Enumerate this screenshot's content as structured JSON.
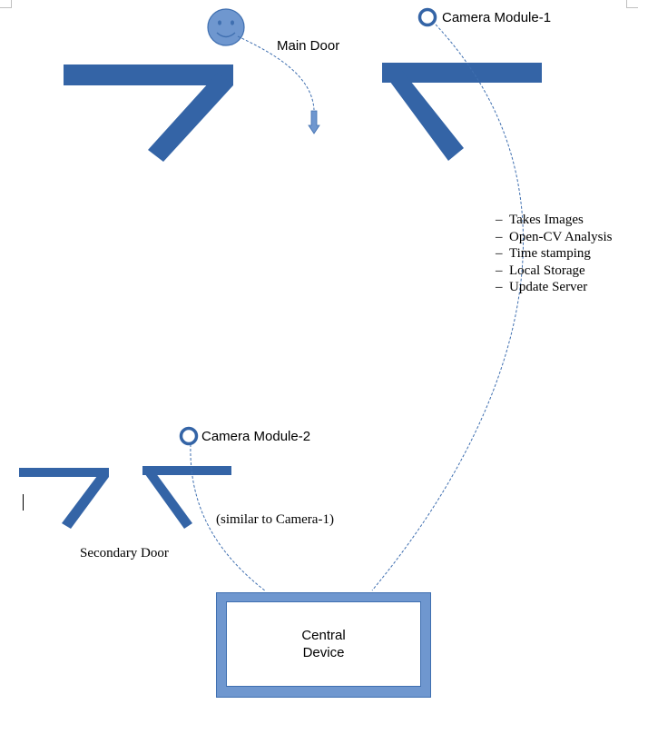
{
  "labels": {
    "main_door": "Main Door",
    "camera_module_1": "Camera Module-1",
    "camera_module_2": "Camera Module-2",
    "similar_note": "(similar to Camera-1)",
    "secondary_door": "Secondary Door",
    "central_device_line1": "Central",
    "central_device_line2": "Device"
  },
  "camera1_tasks": [
    "Takes Images",
    "Open-CV Analysis",
    "Time stamping",
    "Local Storage",
    "Update Server"
  ],
  "list_marker": "–",
  "icons": {
    "person": "smiley-face-icon",
    "camera": "camera-ring-icon",
    "arrow": "down-arrow-icon"
  },
  "colors": {
    "door_blue": "#3464a6",
    "shape_fill": "#6f97cf",
    "outline": "#3f6fb0",
    "connector": "#3f6fb0"
  }
}
